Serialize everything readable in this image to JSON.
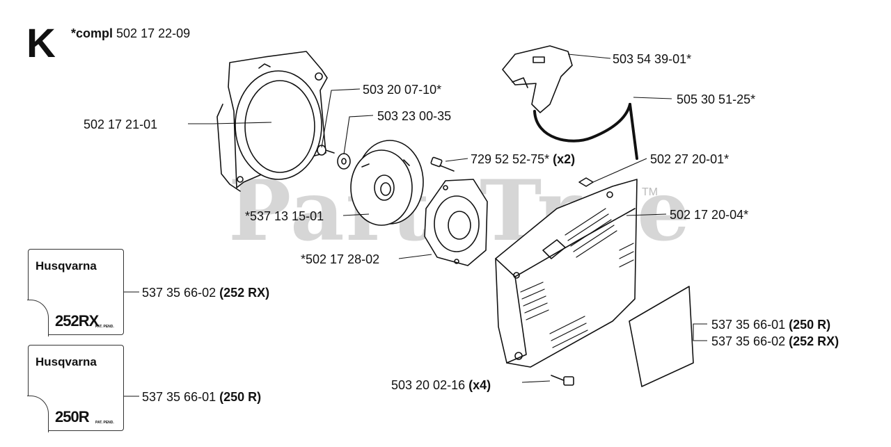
{
  "section": {
    "letter": "K",
    "compl_prefix": "*compl",
    "compl_number": "502 17 22-09"
  },
  "watermark": {
    "text": "PartsTree",
    "tm": "TM"
  },
  "parts": {
    "handle": "503 54 39-01*",
    "cord": "505 30 51-25*",
    "spring_cover": "503 20 07-10*",
    "washer": "503 23 00-35",
    "fan_housing": "502 17 21-01",
    "screw_small": "729 52 52-75*",
    "screw_small_qty": "(x2)",
    "clip": "502 27 20-01*",
    "pulley": "*537 13 15-01",
    "starter_cover": "502 17 20-04*",
    "spring_housing": "*502 17 28-02",
    "screw_large": "503 20 02-16",
    "screw_large_qty": "(x4)",
    "decal_right_a": "537 35 66-01",
    "decal_right_a_model": "(250 R)",
    "decal_right_b": "537 35 66-02",
    "decal_right_b_model": "(252 RX)",
    "decal_252_number": "537 35 66-02",
    "decal_252_model": "(252 RX)",
    "decal_250_number": "537 35 66-01",
    "decal_250_model": "(250 R)"
  },
  "decals": {
    "brand": "Husqvarna",
    "model_252": "252RX",
    "model_250": "250R",
    "small_print": "PAT. PEND."
  },
  "colors": {
    "ink": "#111111",
    "watermark": "#c9c9c9"
  }
}
